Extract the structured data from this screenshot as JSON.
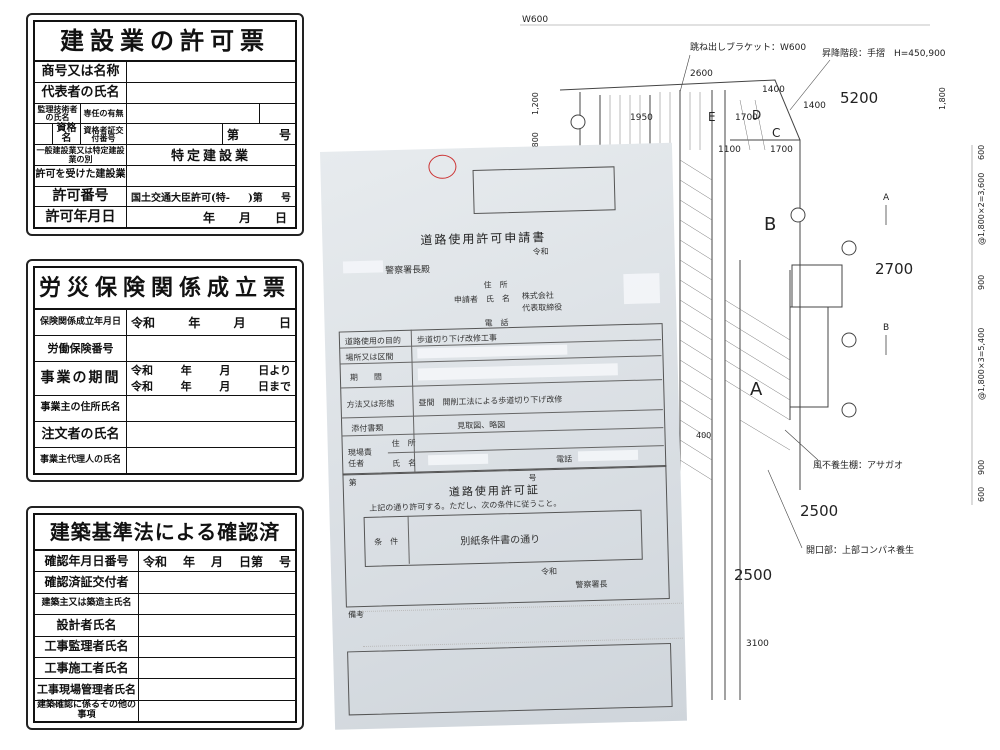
{
  "board1": {
    "title": "建設業の許可票",
    "r1": "商号又は名称",
    "r2": "代表者の氏名",
    "r3a": "監理技術者の氏名",
    "r3b": "専任の有無",
    "r4a": "資格名",
    "r4b": "資格者証交付番号",
    "r4c": "第",
    "r4d": "号",
    "r5a": "一般建設業又は特定建設業の別",
    "r5b": "特定建設業",
    "r6": "許可を受けた建設業",
    "r7a": "許可番号",
    "r7b": "国土交通大臣許可(特-",
    "r7c": ")第",
    "r7d": "号",
    "r8a": "許可年月日",
    "r8b": "年",
    "r8c": "月",
    "r8d": "日"
  },
  "board2": {
    "title": "労災保険関係成立票",
    "r1a": "保険関係成立年月日",
    "r1b": "令和",
    "r1c": "年",
    "r1d": "月",
    "r1e": "日",
    "r2": "労働保険番号",
    "r3a": "事業の期間",
    "r3b": "令和",
    "r3c": "年",
    "r3d": "月",
    "r3e": "日より",
    "r3f": "令和",
    "r3g": "年",
    "r3h": "月",
    "r3i": "日まで",
    "r4": "事業主の住所氏名",
    "r5": "注文者の氏名",
    "r6": "事業主代理人の氏名"
  },
  "board3": {
    "title": "建築基準法による確認済",
    "r1a": "確認年月日番号",
    "r1b": "令和",
    "r1c": "年",
    "r1d": "月",
    "r1e": "日第",
    "r1f": "号",
    "r2": "確認済証交付者",
    "r3": "建築主又は築造主氏名",
    "r4": "設計者氏名",
    "r5": "工事監理者氏名",
    "r6": "工事施工者氏名",
    "r7": "工事現場管理者氏名",
    "r8": "建築確認に係るその他の事項"
  },
  "doc": {
    "title": "道路使用許可申請書",
    "reiwa": "令和",
    "to": "警察署長殿",
    "addr": "住　所",
    "applicant": "申請者　氏　名",
    "company": "株式会社",
    "rep": "代表取締役",
    "tel": "電　話",
    "purpose_label": "道路使用の目的",
    "purpose_val": "歩道切り下げ改修工事",
    "place_label": "場所又は区間",
    "period_label": "期　　間",
    "method_label": "方法又は形態",
    "method_val": "昼間　開削工法による歩道切り下げ改修",
    "attach_label": "添付書類",
    "attach_val": "見取図、略図",
    "resp_label": "現場責任者",
    "resp_addr": "住　所",
    "resp_name": "氏　名",
    "resp_tel": "電話",
    "permit_no": "第",
    "permit_no2": "号",
    "permit_title": "道路使用許可証",
    "permit_text": "上記の通り許可する。ただし、次の条件に従うこと。",
    "cond_label": "条　件",
    "cond_val": "別紙条件書の通り",
    "sign": "警察署長",
    "note_label": "備考"
  },
  "drawing": {
    "w600": "W600",
    "bracket": "跳ね出しブラケット：W600",
    "stairs": "昇降階段：手摺　H=450,900",
    "d2600": "2600",
    "d1400a": "1400",
    "d1400b": "1400",
    "d1950": "1950",
    "d1700a": "1700",
    "d1100": "1100",
    "d1700b": "1700",
    "d5200": "5200",
    "d2700": "2700",
    "d2500a": "2500",
    "d2500b": "2500",
    "d3100": "3100",
    "d400": "400",
    "d1200": "1,200",
    "d1800": "1,800",
    "d800": "1,800",
    "v1800x2": "@1,800×2=3,600",
    "v900a": "900",
    "v1800x3": "@1,800×3=5,400",
    "v900b": "900",
    "v600a": "600",
    "v600b": "600",
    "labelA": "A",
    "labelB": "B",
    "labelC": "C",
    "labelD": "D",
    "labelE": "E",
    "secA": "A",
    "secB": "B",
    "morning": "風不養生棚：アサガオ",
    "opening": "開口部：上部コンパネ養生"
  }
}
